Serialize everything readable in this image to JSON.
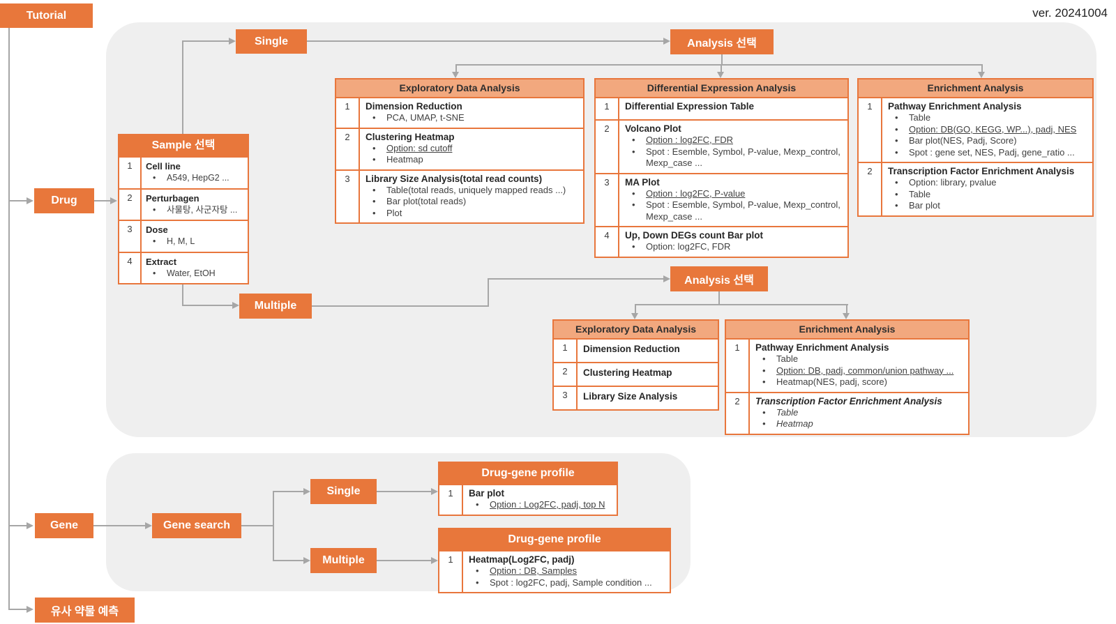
{
  "version_label": "ver. 20241004",
  "colors": {
    "accent": "#E8773B",
    "accent_light_header": "#F2A87E",
    "table_border": "#E8763C",
    "panel_background": "#EFEFEF",
    "connector_gray": "#A6A6A6",
    "text_dark": "#2E2E2E"
  },
  "nodes": {
    "tutorial": "Tutorial",
    "drug": "Drug",
    "gene": "Gene",
    "similar_drug_prediction": "유사 약물 예측",
    "single_drug": "Single",
    "multiple_drug": "Multiple",
    "analysis_select_single": "Analysis 선택",
    "analysis_select_multiple": "Analysis 선택",
    "gene_search": "Gene search",
    "single_gene": "Single",
    "multiple_gene": "Multiple"
  },
  "sample_table": {
    "header": "Sample 선택",
    "rows": [
      {
        "num": "1",
        "title": "Cell line",
        "bullets": [
          {
            "text": "A549, HepG2 ..."
          }
        ]
      },
      {
        "num": "2",
        "title": "Perturbagen",
        "bullets": [
          {
            "text": "사물탕, 사군자탕 ..."
          }
        ]
      },
      {
        "num": "3",
        "title": "Dose",
        "bullets": [
          {
            "text": "H, M, L"
          }
        ]
      },
      {
        "num": "4",
        "title": "Extract",
        "bullets": [
          {
            "text": "Water, EtOH"
          }
        ]
      }
    ]
  },
  "single_tables": {
    "eda": {
      "header": "Exploratory Data Analysis",
      "rows": [
        {
          "num": "1",
          "title": "Dimension Reduction",
          "bullets": [
            {
              "text": "PCA, UMAP, t-SNE"
            }
          ]
        },
        {
          "num": "2",
          "title": "Clustering Heatmap",
          "bullets": [
            {
              "text": "Option: sd cutoff",
              "underline": true
            },
            {
              "text": "Heatmap"
            }
          ]
        },
        {
          "num": "3",
          "title": "Library Size Analysis(total read counts)",
          "bullets": [
            {
              "text": "Table(total reads, uniquely mapped reads ...)"
            },
            {
              "text": "Bar plot(total reads)"
            },
            {
              "text": "Plot"
            }
          ]
        }
      ]
    },
    "dea": {
      "header": "Differential Expression Analysis",
      "rows": [
        {
          "num": "1",
          "title": "Differential Expression Table",
          "bullets": []
        },
        {
          "num": "2",
          "title": "Volcano Plot",
          "bullets": [
            {
              "text": "Option : log2FC, FDR",
              "underline": true
            },
            {
              "text": "Spot : Esemble, Symbol, P-value, Mexp_control, Mexp_case ..."
            }
          ]
        },
        {
          "num": "3",
          "title": "MA Plot",
          "bullets": [
            {
              "text": "Option : log2FC, P-value",
              "underline": true
            },
            {
              "text": "Spot : Esemble, Symbol, P-value, Mexp_control, Mexp_case ..."
            }
          ]
        },
        {
          "num": "4",
          "title": "Up, Down DEGs count Bar plot",
          "bullets": [
            {
              "text": "Option: log2FC, FDR"
            }
          ]
        }
      ]
    },
    "ea": {
      "header": "Enrichment Analysis",
      "rows": [
        {
          "num": "1",
          "title": "Pathway Enrichment Analysis",
          "bullets": [
            {
              "text": "Table"
            },
            {
              "text": "Option: DB(GO, KEGG, WP...), padj, NES",
              "underline": true
            },
            {
              "text": "Bar plot(NES, Padj, Score)"
            },
            {
              "text": "Spot : gene set, NES, Padj, gene_ratio ..."
            }
          ]
        },
        {
          "num": "2",
          "title": "Transcription Factor Enrichment Analysis",
          "bullets": [
            {
              "text": "Option: library, pvalue"
            },
            {
              "text": "Table"
            },
            {
              "text": "Bar plot"
            }
          ]
        }
      ]
    }
  },
  "multiple_tables": {
    "eda": {
      "header": "Exploratory Data Analysis",
      "rows": [
        {
          "num": "1",
          "title": "Dimension Reduction"
        },
        {
          "num": "2",
          "title": "Clustering Heatmap"
        },
        {
          "num": "3",
          "title": "Library Size Analysis"
        }
      ]
    },
    "ea": {
      "header": "Enrichment Analysis",
      "rows": [
        {
          "num": "1",
          "title": "Pathway Enrichment Analysis",
          "bullets": [
            {
              "text": "Table"
            },
            {
              "text": "Option: DB,  padj, common/union pathway ...",
              "underline": true
            },
            {
              "text": "Heatmap(NES, padj, score)"
            }
          ]
        },
        {
          "num": "2",
          "title": "Transcription Factor Enrichment Analysis",
          "italic": true,
          "bullets": [
            {
              "text": "Table",
              "italic": true
            },
            {
              "text": "Heatmap",
              "italic": true
            }
          ]
        }
      ]
    }
  },
  "gene_tables": {
    "single_profile": {
      "header": "Drug-gene profile",
      "rows": [
        {
          "num": "1",
          "title": "Bar plot",
          "bullets": [
            {
              "text": "Option : Log2FC, padj, top N",
              "underline": true
            }
          ]
        }
      ]
    },
    "multiple_profile": {
      "header": "Drug-gene profile",
      "rows": [
        {
          "num": "1",
          "title": "Heatmap(Log2FC, padj)",
          "bullets": [
            {
              "text": "Option : DB, Samples",
              "underline": true
            },
            {
              "text": "Spot : log2FC, padj, Sample condition ..."
            }
          ]
        }
      ]
    }
  }
}
